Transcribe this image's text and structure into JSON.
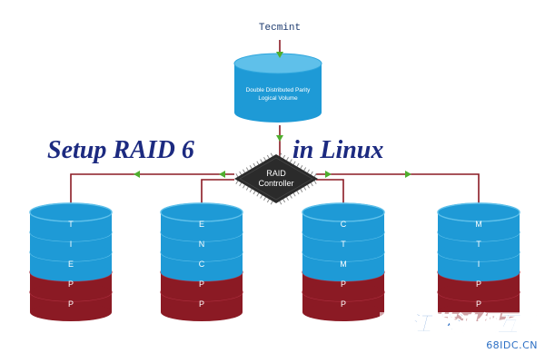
{
  "source_label": "Tecmint",
  "logical_volume": {
    "line1": "Double Distributed Parity",
    "line2": "Logical Volume"
  },
  "title": {
    "part1": "Setup RAID 6",
    "part2": "in Linux"
  },
  "controller": {
    "line1": "RAID",
    "line2": "Controller"
  },
  "disks": [
    {
      "id": "disk-1",
      "data": [
        "T",
        "I",
        "E"
      ],
      "parity": [
        "P",
        "P"
      ]
    },
    {
      "id": "disk-2",
      "data": [
        "E",
        "N",
        "C"
      ],
      "parity": [
        "P",
        "P"
      ]
    },
    {
      "id": "disk-3",
      "data": [
        "C",
        "T",
        "M"
      ],
      "parity": [
        "P",
        "P"
      ]
    },
    {
      "id": "disk-4",
      "data": [
        "M",
        "T",
        "I"
      ],
      "parity": [
        "P",
        "P"
      ]
    }
  ],
  "watermark": {
    "chinese": "江蘇鴻網互聯",
    "domain": "68IDC.CN"
  },
  "colors": {
    "data_segment": "#1e9ad6",
    "data_segment_top": "#5fc0ea",
    "parity_segment": "#8b1a24",
    "parity_segment_top": "#b03040",
    "connector_line": "#8b1a24",
    "arrow": "#4fae2e",
    "title_text": "#1c2a80",
    "chip_body": "#2b2b2b",
    "chip_pins": "#8a8a8a",
    "watermark_cn": "#2c6fc4",
    "watermark_domain": "#2c6fc4"
  }
}
